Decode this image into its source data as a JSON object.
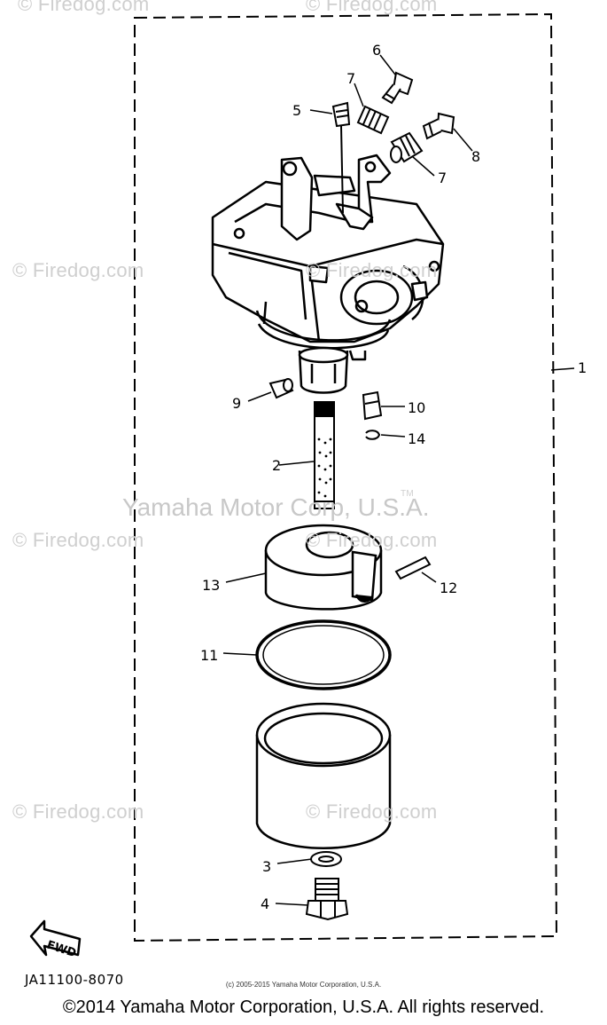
{
  "watermarks": {
    "firedog": "© Firedog.com",
    "yamaha": "Yamaha Motor Corp, U.S.A.",
    "tm": "TM"
  },
  "parts": [
    {
      "label": "1"
    },
    {
      "label": "2"
    },
    {
      "label": "3"
    },
    {
      "label": "4"
    },
    {
      "label": "5"
    },
    {
      "label": "6"
    },
    {
      "label": "7"
    },
    {
      "label": "7"
    },
    {
      "label": "8"
    },
    {
      "label": "9"
    },
    {
      "label": "10"
    },
    {
      "label": "11"
    },
    {
      "label": "12"
    },
    {
      "label": "13"
    },
    {
      "label": "14"
    }
  ],
  "fwd_label": "FWD",
  "diagram_code": "JA11100-8070",
  "small_copyright": "(c) 2005-2015 Yamaha Motor Corporation, U.S.A.",
  "footer_copyright": "©2014 Yamaha Motor Corporation, U.S.A. All rights reserved.",
  "colors": {
    "line": "#000000",
    "watermark": "#c8c8c8",
    "background": "#ffffff"
  }
}
